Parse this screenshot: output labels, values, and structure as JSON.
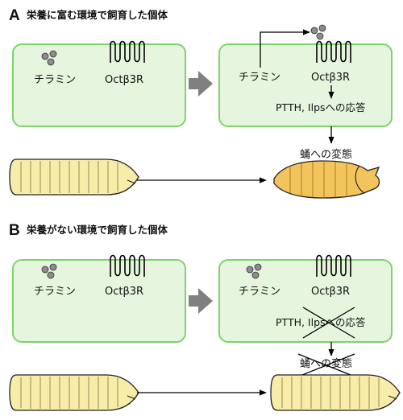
{
  "panel_a": {
    "letter": "A",
    "title": "栄養に富む環境で飼育した個体",
    "left_cell": {
      "ligand": "チラミン",
      "receptor": "Octβ3R"
    },
    "right_cell": {
      "ligand": "チラミン",
      "receptor": "Octβ3R",
      "response": "PTTH, Ilpsへの応答"
    },
    "outcome": "蛹への変態"
  },
  "panel_b": {
    "letter": "B",
    "title": "栄養がない環境で飼育した個体",
    "left_cell": {
      "ligand": "チラミン",
      "receptor": "Octβ3R"
    },
    "right_cell": {
      "ligand": "チラミン",
      "receptor": "Octβ3R",
      "response": "PTTH, Ilpsへの応答"
    },
    "outcome": "蛹への変態"
  },
  "colors": {
    "cell_fill": "#e6f6de",
    "cell_border": "#7ed36a",
    "ligand_fill": "#8c8c8c",
    "larva_fill": "#f7eca8",
    "pupa_fill": "#f3c35c",
    "arrow_gray": "#808080"
  }
}
